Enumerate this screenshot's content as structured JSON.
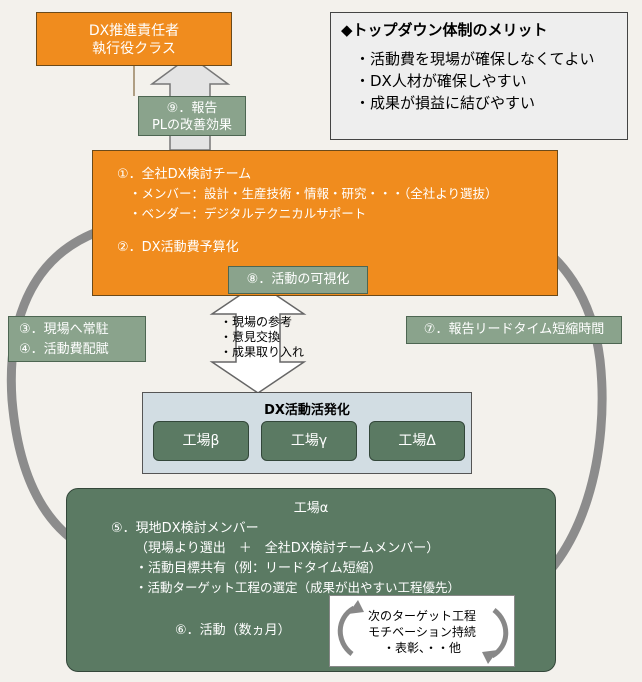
{
  "executive": {
    "line1": "DX推進責任者",
    "line2": "執行役クラス"
  },
  "merits": {
    "title": "◆トップダウン体制のメリット",
    "items": [
      "・活動費を現場が確保しなくてよい",
      "・DX人材が確保しやすい",
      "・成果が損益に結びやすい"
    ]
  },
  "report_box": {
    "line1": "⑨．報告",
    "line2": "PLの改善効果"
  },
  "team": {
    "title": "①．全社DX検討チーム",
    "member": "・メンバー：設計・生産技術・情報・研究・・・（全社より選抜）",
    "vendor": "・ベンダー：デジタルテクニカルサポート",
    "budget": "②．DX活動費予算化"
  },
  "visualize": "⑧．活動の可視化",
  "exchange": [
    "・現場の参考",
    "・意見交換",
    "・成果取り入れ"
  ],
  "left_label": {
    "line1": "③．現場へ常駐",
    "line2": "④．活動費配賦"
  },
  "right_label": "⑦．報告リードタイム短縮時間",
  "active": {
    "title": "DX活動活発化",
    "factories": [
      "工場β",
      "工場γ",
      "工場Δ"
    ]
  },
  "alpha": {
    "title": "工場α",
    "line1": "⑤．現地DX検討メンバー",
    "line2": "（現場より選出　＋　全社DX検討チームメンバー）",
    "line3": "・活動目標共有（例：リードタイム短縮）",
    "line4": "・活動ターゲット工程の選定（成果が出やすい工程優先）",
    "activity": "⑥．活動（数ヵ月）"
  },
  "cycle": {
    "line1": "次のターゲット工程",
    "line2": "モチベーション持続",
    "line3": "・表彰、・・他"
  }
}
